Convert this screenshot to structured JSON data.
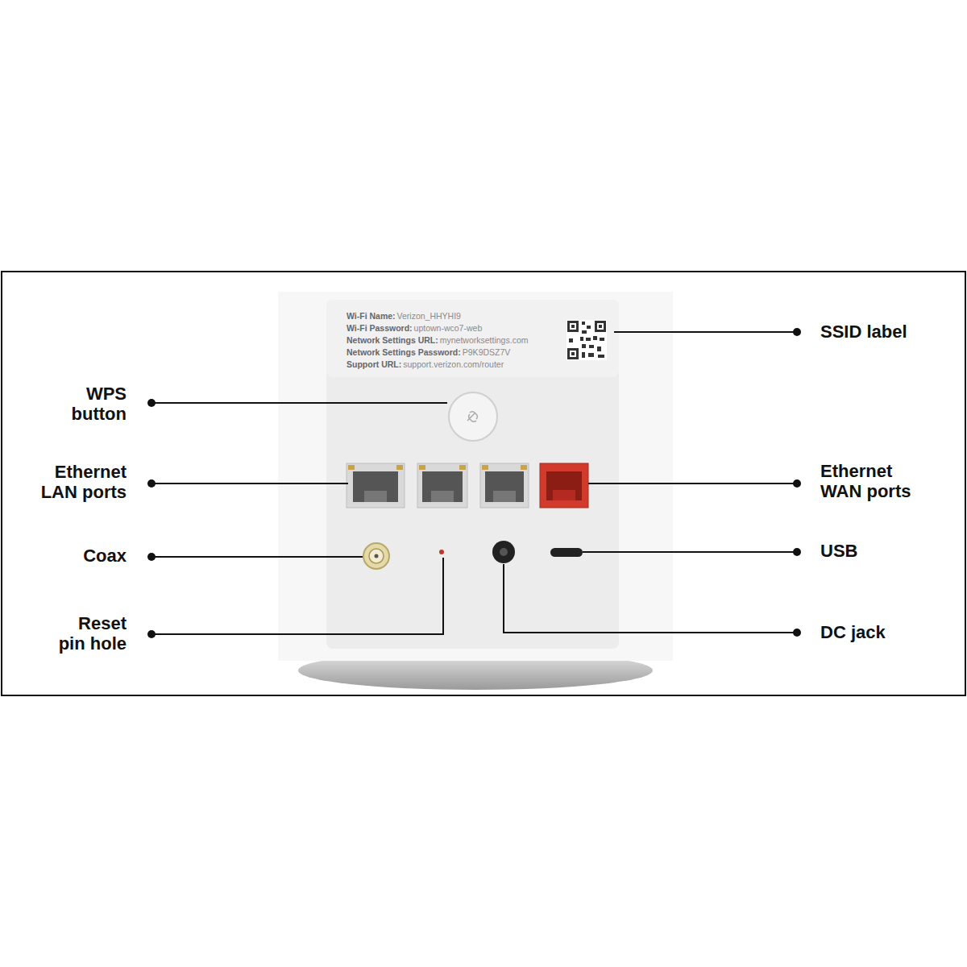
{
  "diagram": {
    "labels": [
      "Wi-Fi Name:",
      "Verizon_HHYHI9",
      "Wi-Fi Password:",
      "uptown-wco7-web",
      "Network Settings URL:",
      "mynetworksettings.com",
      "Network Settings Password:",
      "P9K9DSZ7V",
      "Support URL:",
      "support.verizon.com/router",
      "SSID label",
      "WPS button",
      "Ethernet LAN ports",
      "Ethernet WAN ports",
      "Coax",
      "USB",
      "Reset pin hole",
      "DC jack"
    ]
  }
}
